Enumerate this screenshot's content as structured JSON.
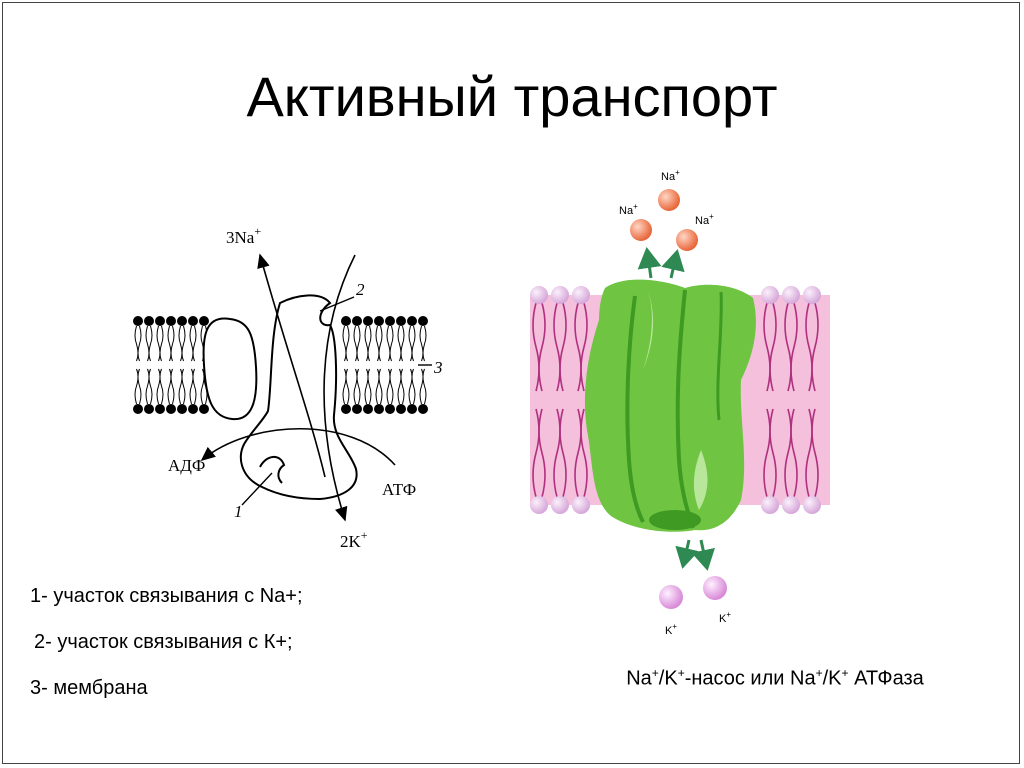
{
  "title": "Активный транспорт",
  "schematic": {
    "na_label": "3Na",
    "na_sup": "+",
    "k_label": "2K",
    "k_sup": "+",
    "adp_label": "АДФ",
    "atp_label": "АТФ",
    "marker_1": "1",
    "marker_2": "2",
    "marker_3": "3"
  },
  "legend": [
    "1- участок связывания с Na+;",
    "2- участок связывания с К+;",
    "3- мембрана"
  ],
  "pump": {
    "na_ion_label": "Na",
    "k_ion_label": "K",
    "ion_sup": "+",
    "colors": {
      "membrane": "#f2b6d8",
      "lipid_head": "#e8c8ea",
      "lipid_tail": "#b0307f",
      "protein": "#6fc442",
      "protein_dark": "#3e9a22",
      "na_ion": "#e8663a",
      "k_ion": "#e6a8e6",
      "arrow": "#2e8a52"
    }
  },
  "caption": {
    "part1": "Na",
    "sup1": "+",
    "part2": "/K",
    "sup2": "+",
    "part3": "-насос или Na",
    "sup3": "+",
    "part4": "/K",
    "sup4": "+",
    "part5": " АТФаза"
  }
}
